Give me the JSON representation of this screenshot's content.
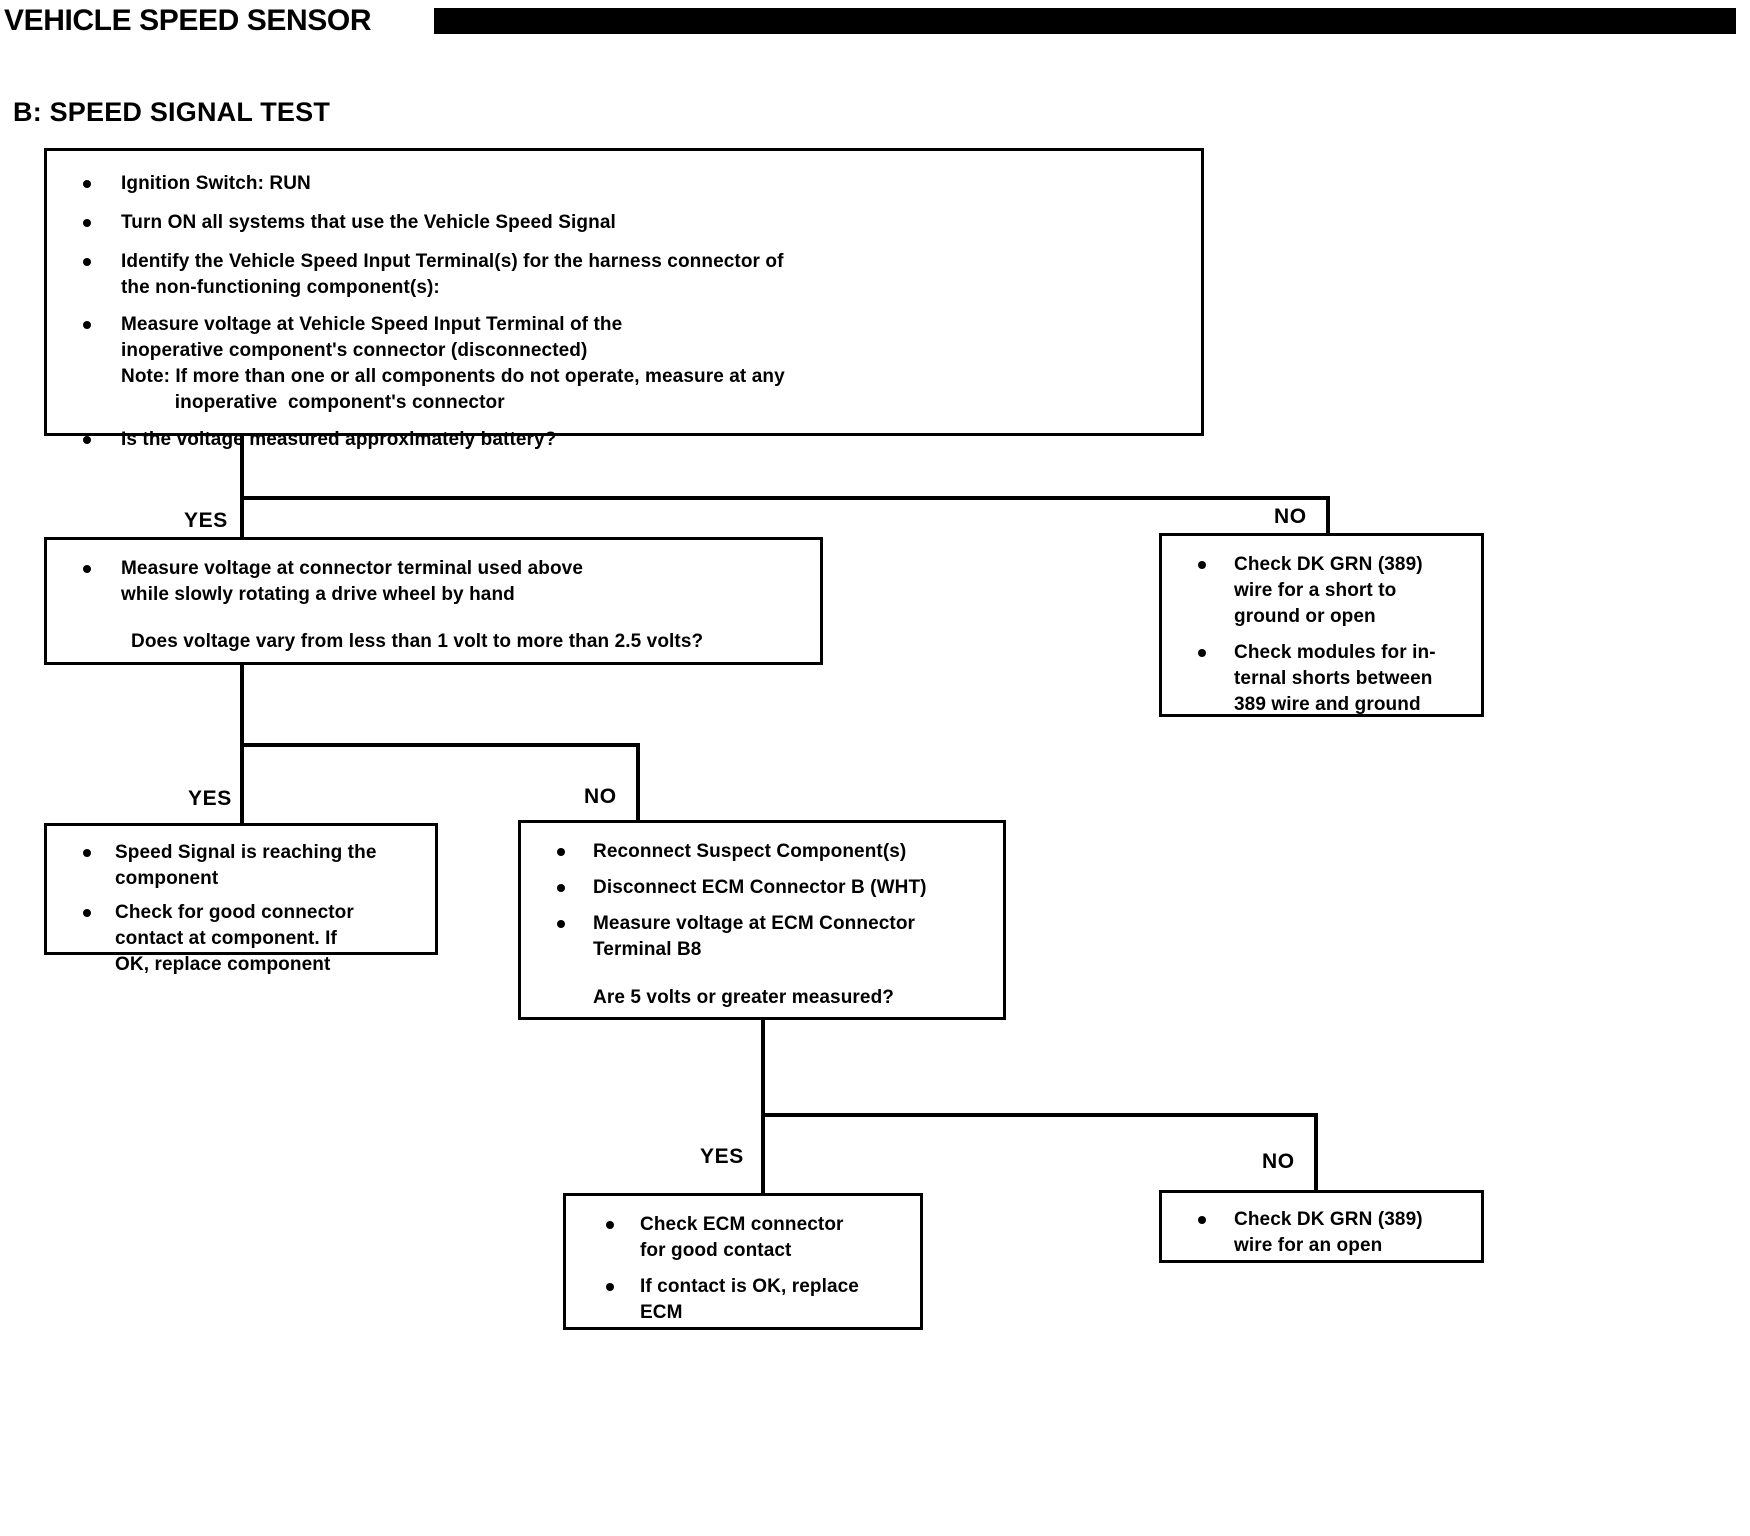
{
  "header": {
    "title": "VEHICLE SPEED SENSOR",
    "black_bar": true,
    "section": "B: SPEED SIGNAL TEST"
  },
  "branch_labels": {
    "yes": "YES",
    "no": "NO"
  },
  "boxes": {
    "start": {
      "id": "start-box",
      "bullets": [
        "Ignition Switch: RUN",
        "Turn ON all systems that use the Vehicle Speed Signal",
        "Identify the Vehicle Speed Input Terminal(s) for the harness connector of\nthe non-functioning component(s):",
        "Measure voltage at Vehicle Speed Input Terminal of the\ninoperative component's connector (disconnected)\nNote: If more than one or all components do not operate, measure at any\n          inoperative  component's connector",
        "Is the voltage measured approximately battery?"
      ]
    },
    "rotate_wheel": {
      "id": "rotate-wheel-box",
      "bullets": [
        "Measure voltage at connector terminal used above\nwhile slowly rotating a drive wheel by hand"
      ],
      "question": "Does voltage vary from less than 1 volt to more than 2.5 volts?"
    },
    "check_dkgrn_short": {
      "id": "check-dkgrn-short-box",
      "bullets": [
        "Check DK GRN (389)\nwire for a short to\nground or open",
        "Check modules for in-\nternal shorts between\n389 wire and ground"
      ]
    },
    "speed_signal_reaching": {
      "id": "speed-signal-reaching-box",
      "bullets": [
        "Speed Signal is reaching the\ncomponent",
        "Check for good connector\ncontact at component. If\nOK, replace component"
      ]
    },
    "reconnect_ecm": {
      "id": "reconnect-ecm-box",
      "bullets": [
        "Reconnect Suspect Component(s)",
        "Disconnect ECM Connector B (WHT)",
        "Measure voltage at ECM Connector\nTerminal B8"
      ],
      "question": "Are 5 volts or greater measured?"
    },
    "check_ecm_connector": {
      "id": "check-ecm-connector-box",
      "bullets": [
        "Check ECM connector\nfor good contact",
        "If contact is OK, replace\nECM"
      ]
    },
    "check_dkgrn_open": {
      "id": "check-dkgrn-open-box",
      "bullets": [
        "Check DK GRN (389)\nwire for an open"
      ]
    }
  }
}
